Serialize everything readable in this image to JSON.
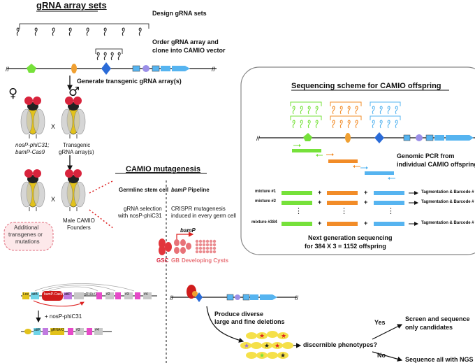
{
  "gRNA": {
    "title": "gRNA array sets",
    "design": "Design gRNA sets",
    "order_line1": "Order gRNA array and",
    "order_line2": "clone into CAMIO vector",
    "generate": "Generate transgenic gRNA array(s)"
  },
  "flies": {
    "female_symbol": "♀",
    "male_symbol": "♂",
    "cross": "X",
    "female_label_1": "nosP-phiC31;",
    "female_label_2": "bamP-Cas9",
    "male_label_1": "Transgenic",
    "male_label_2": "gRNA array(s)",
    "cross2": "X",
    "additional_1": "Additional",
    "additional_2": "transgenes or",
    "additional_3": "mutations",
    "founders_1": "Male CAMIO",
    "founders_2": "Founders"
  },
  "camio": {
    "title": "CAMIO mutagenesis",
    "germline": "Germline stem cell",
    "bamp_pipeline_italic": "bamP",
    "bamp_pipeline_rest": " Pipeline",
    "gsc_note_1": "gRNA selection",
    "gsc_note_2": "with nosP-phiC31",
    "crispr_1": "CRISPR mutagenesis",
    "crispr_2": "induced in every germ cell",
    "bamp_arrow": "bamP",
    "gsc": "GSC",
    "gb": "GB",
    "cysts": "Developing Cysts"
  },
  "construct": {
    "plus_phic31": "+ nosP-phiC31",
    "labels_top": [
      "Lox",
      "attB",
      "bamP-Cas9",
      "attP",
      "gRNA#1",
      "#2",
      "#3",
      "#4"
    ],
    "labels_bottom": [
      "attR",
      "gRNA#2",
      "#3",
      "#4"
    ]
  },
  "outcome": {
    "produce_1": "Produce diverse",
    "produce_2": "large and fine deletions",
    "question": "discernible phenotypes?",
    "yes": "Yes",
    "no": "No",
    "screen_1": "Screen and sequence",
    "screen_2": "only candidates",
    "seq_all": "Sequence all with NGS"
  },
  "seq": {
    "title": "Sequencing scheme for CAMIO offspring",
    "pcr_1": "Genomic PCR from",
    "pcr_2": "individual CAMIO offspring",
    "mixtures": [
      "mixture #1",
      "mixture #2",
      "mixture #384"
    ],
    "plus": "+",
    "tag": "Tagmentation & Barcode #",
    "dots": "⋮",
    "ngs_1": "Next generation sequencing",
    "ngs_2": "for 384 X 3 = 1152 offspring",
    "colors": {
      "green": "#76e13a",
      "orange": "#f28c28",
      "blue": "#56b4f0"
    }
  }
}
